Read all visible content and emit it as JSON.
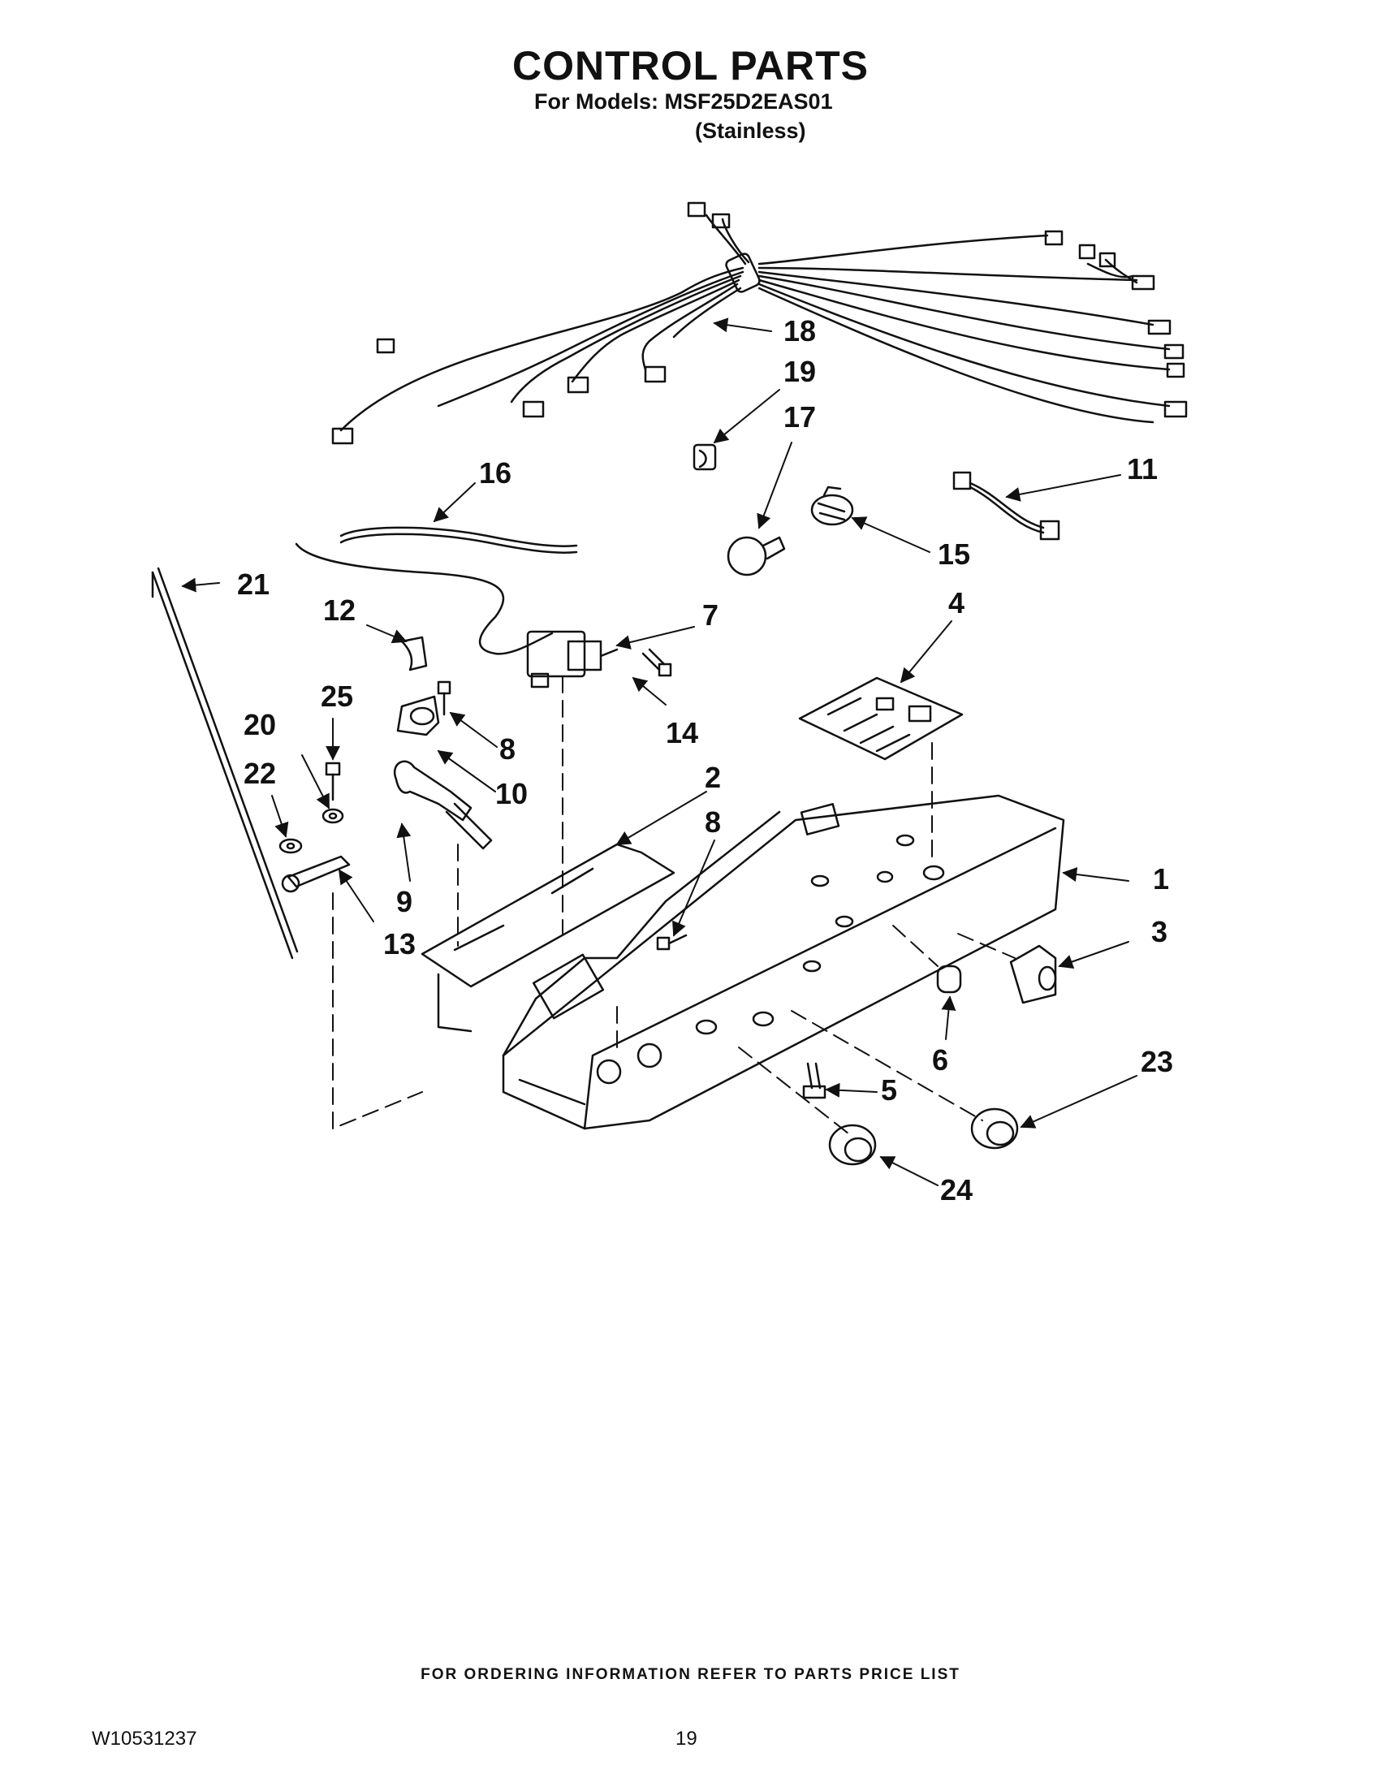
{
  "header": {
    "title": "CONTROL PARTS",
    "models_line": "For Models: MSF25D2EAS01",
    "variant": "(Stainless)"
  },
  "callouts": [
    "1",
    "2",
    "3",
    "4",
    "5",
    "6",
    "7",
    "8",
    "8",
    "9",
    "10",
    "11",
    "12",
    "13",
    "14",
    "15",
    "16",
    "17",
    "18",
    "19",
    "20",
    "21",
    "22",
    "23",
    "24",
    "25"
  ],
  "footer": {
    "ordering_note": "FOR ORDERING INFORMATION REFER TO PARTS PRICE LIST",
    "document_number": "W10531237",
    "page_number": "19"
  }
}
